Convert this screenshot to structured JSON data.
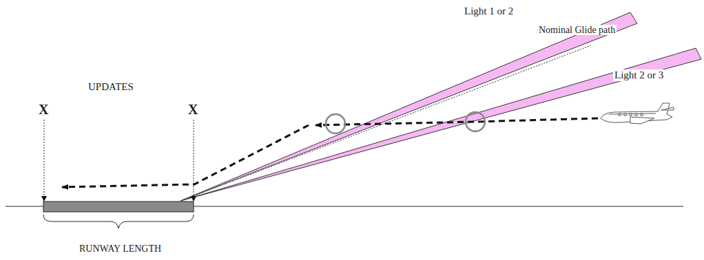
{
  "diagram": {
    "labels": [
      "Light 1 or 2",
      "Nominal Glide path",
      "Light 2 or 3",
      "UPDATES",
      "X",
      "X",
      "RUNWAY LENGTH"
    ]
  }
}
